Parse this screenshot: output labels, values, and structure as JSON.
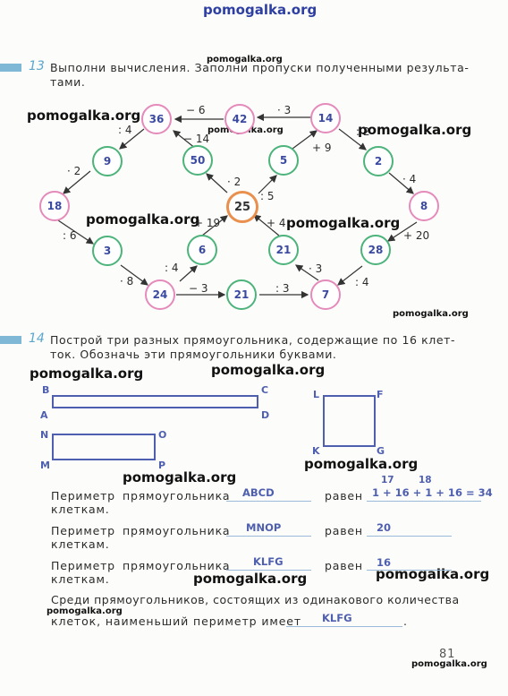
{
  "watermark": "pomogalka.org",
  "task13": {
    "number": "13",
    "text_line1": "Выполни вычисления. Заполни пропуски полученными результа-",
    "text_line2": "тами.",
    "nodes": [
      "36",
      "42",
      "14",
      "9",
      "50",
      "5",
      "2",
      "18",
      "25",
      "8",
      "3",
      "6",
      "21",
      "28",
      "24",
      "21",
      "7"
    ],
    "ops": [
      "− 6",
      "· 3",
      ": 4",
      "− 14",
      "+ 9",
      ": 2",
      "· 2",
      "· 2",
      ": 5",
      "· 4",
      ": 6",
      "+ 19",
      "+ 4",
      "+ 20",
      ": 4",
      "· 3",
      "· 8",
      "− 3",
      ": 3",
      ": 4"
    ]
  },
  "task14": {
    "number": "14",
    "text_line1": "Построй три разных прямоугольника, содержащие по 16 клет-",
    "text_line2": "ток. Обозначь эти прямоугольники буквами.",
    "corners": [
      "B",
      "C",
      "A",
      "D",
      "L",
      "F",
      "K",
      "G",
      "N",
      "O",
      "M",
      "P"
    ],
    "perimeter_label": "Периметр",
    "rect_label": "прямоугольника",
    "equals_label": "равен",
    "cells_label": "клеткам.",
    "rows": [
      {
        "name": "ABCD",
        "value": "1 + 16 + 1 + 16 = 34",
        "hint1": "17",
        "hint2": "18"
      },
      {
        "name": "MNOP",
        "value": "20"
      },
      {
        "name": "KLFG",
        "value": "16"
      }
    ],
    "conclusion_line1": "Среди прямоугольников, состоящих из одинакового количества",
    "conclusion_line2": "клеток, наименьший периметр имеет",
    "conclusion_answer": "KLFG",
    "conclusion_end": "."
  },
  "page_number": "81",
  "colors": {
    "pink": "#e48bbb",
    "green": "#4cb37a",
    "orange": "#e9904e",
    "blue": "#4e5fb0",
    "task_blue": "#5aa6cc"
  }
}
